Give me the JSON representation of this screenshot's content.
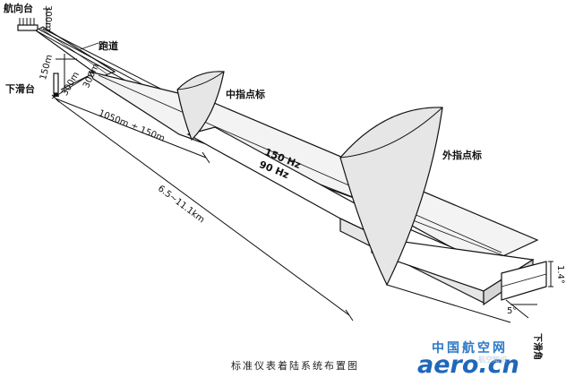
{
  "labels": {
    "localizer": "航向台",
    "dist_300m_top": "300m",
    "runway": "跑道",
    "glide_slope": "下滑台",
    "dist_150m": "150m",
    "dist_300m_mid": "300m",
    "dist_300m_side": "300m",
    "middle_marker": "中指点标",
    "outer_marker": "外指点标",
    "freq_150": "150 Hz",
    "freq_90": "90 Hz",
    "dist_mm": "1050m ± 150m",
    "dist_om": "6.5~11.1km",
    "angle_14": "1.4°",
    "angle_5": "5°",
    "glide_angle": "下滑角"
  },
  "caption": "标准仪表着陆系统布置图",
  "watermark": {
    "line1": "中国航空网",
    "line2": "aero.cn",
    "sub": "航空知识"
  },
  "colors": {
    "ink": "#111111",
    "shade": "#d9d9d9",
    "cone": "#e6e6e6",
    "watermark": "#1f68b8"
  }
}
